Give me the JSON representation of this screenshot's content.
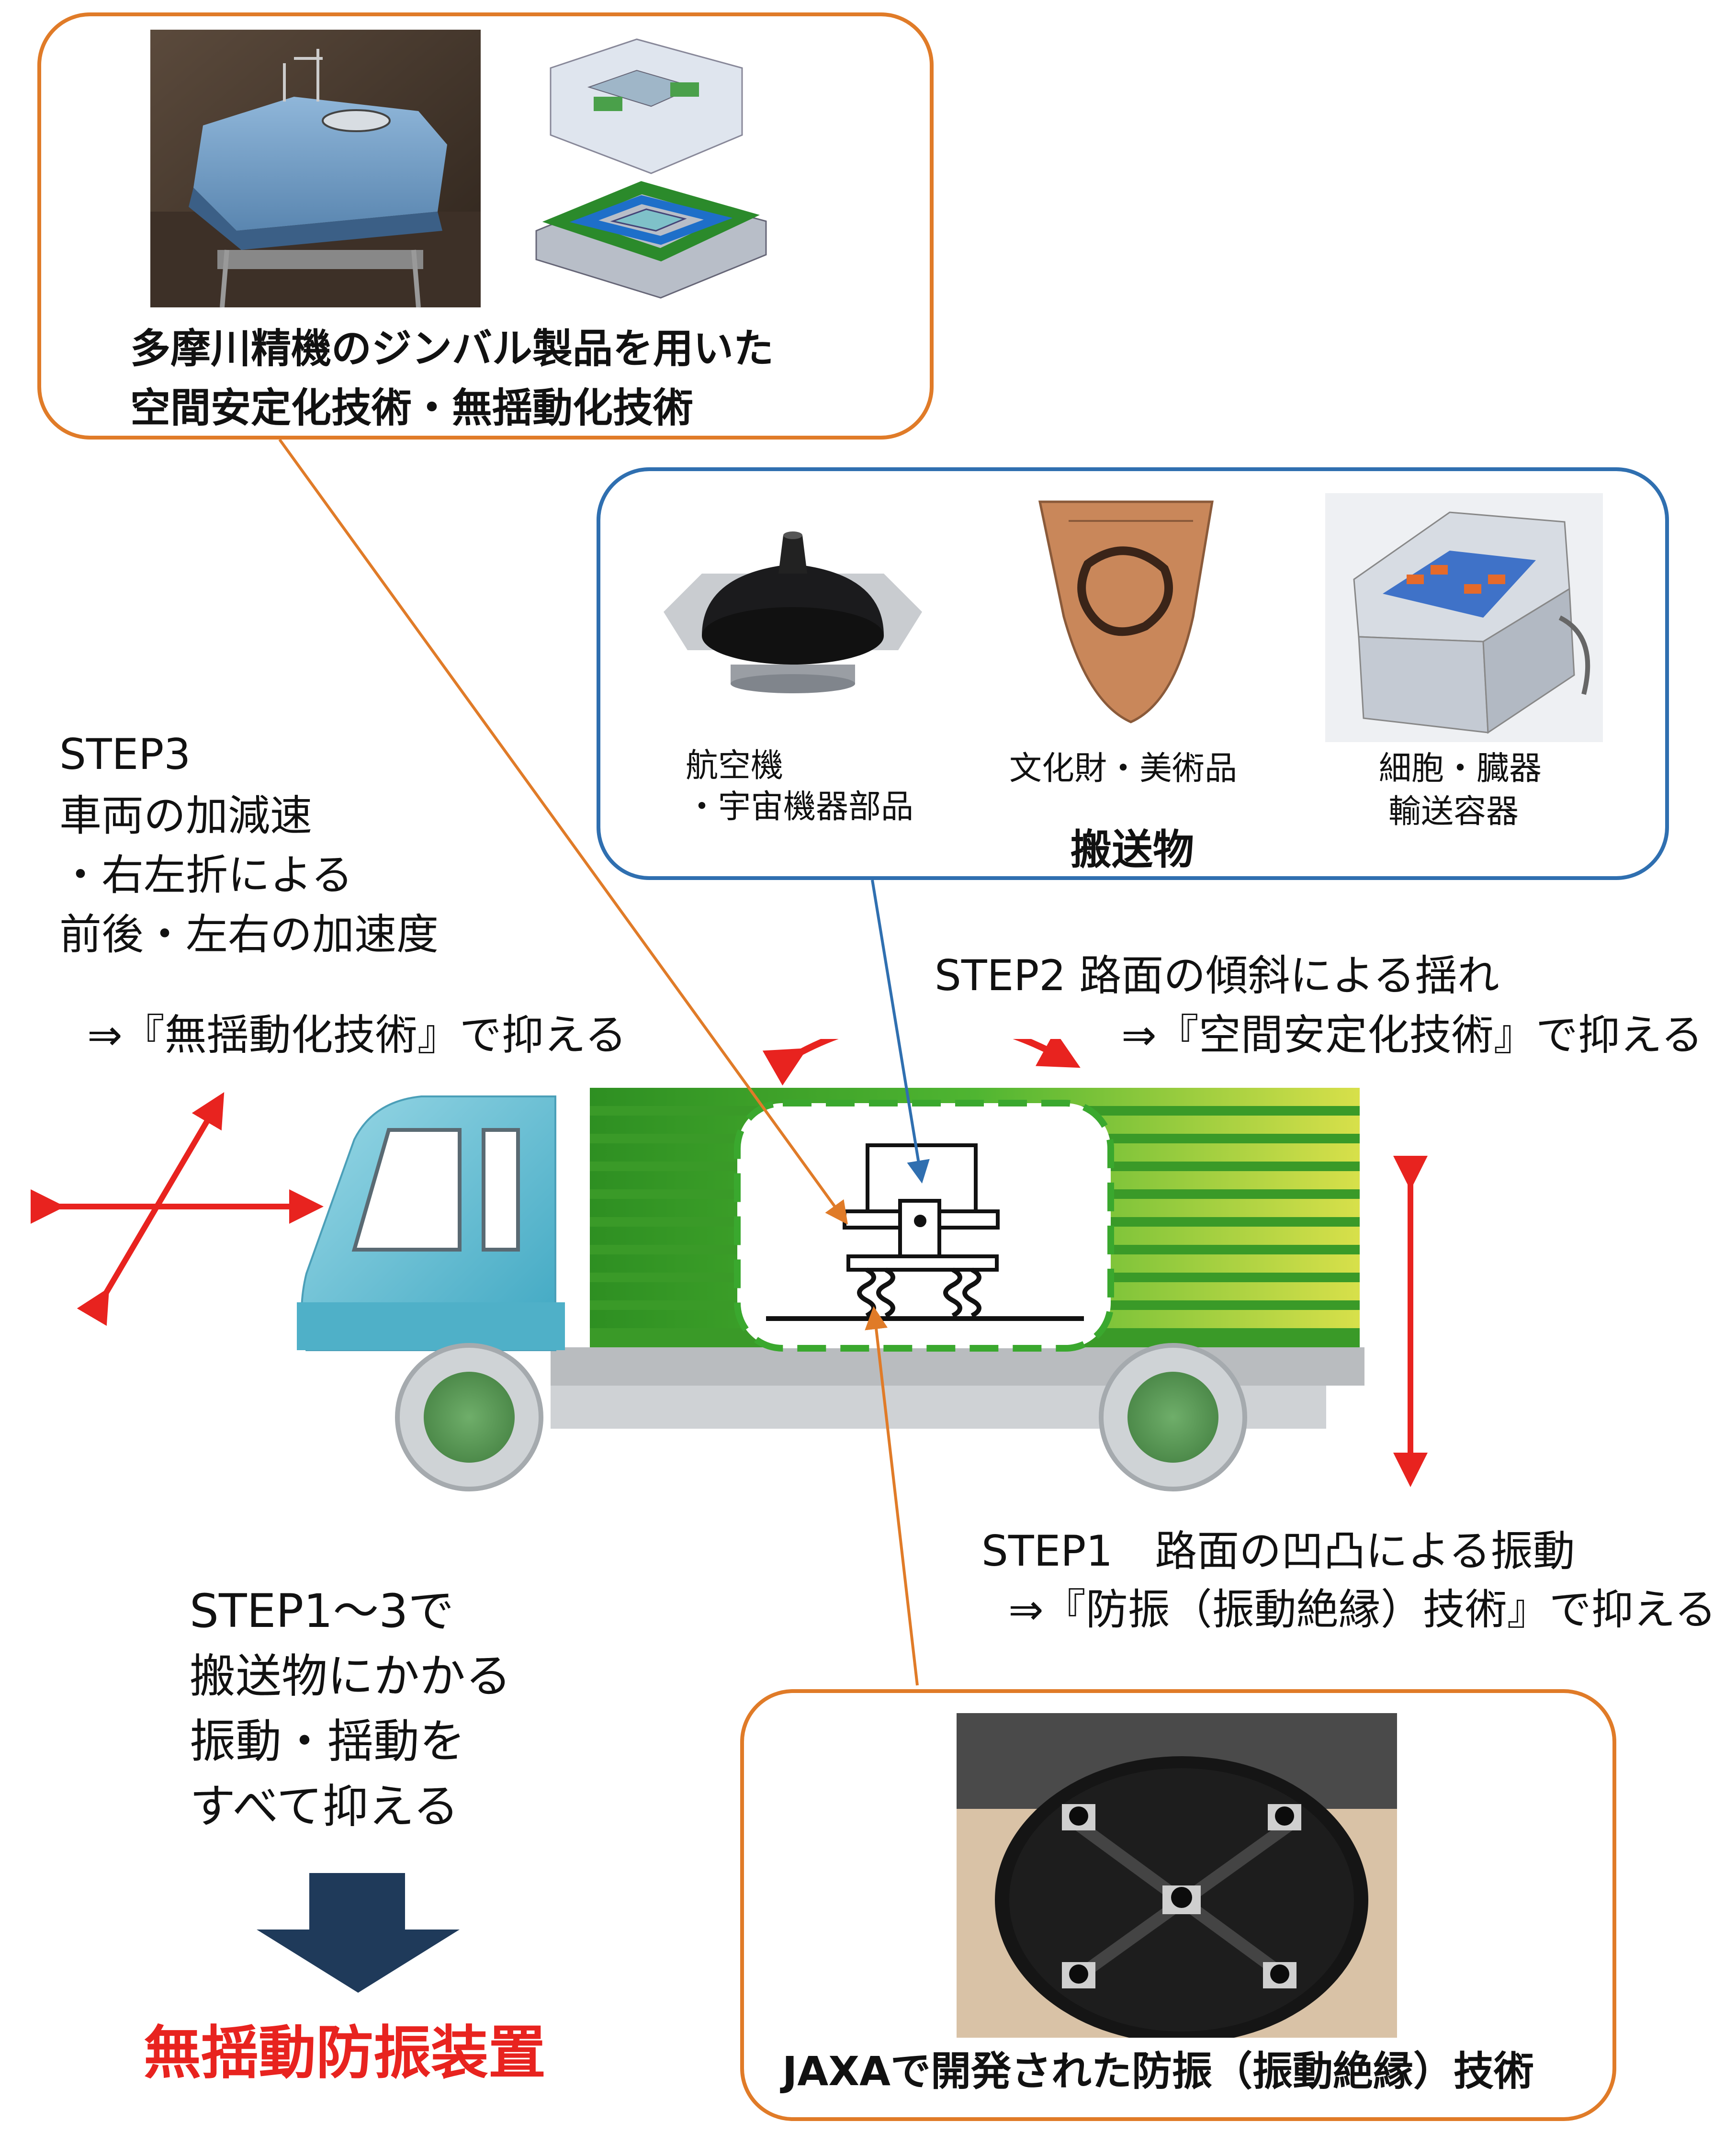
{
  "top_box": {
    "caption_line1": "多摩川精機のジンバル製品を用いた",
    "caption_line2": "空間安定化技術・無揺動化技術"
  },
  "cargo_box": {
    "items": [
      {
        "line1": "航空機",
        "line2": "・宇宙機器部品"
      },
      {
        "line1": "文化財・美術品",
        "line2": ""
      },
      {
        "line1": "細胞・臓器",
        "line2": "輸送容器"
      }
    ],
    "title": "搬送物"
  },
  "step3": {
    "line1": "STEP3",
    "line2": "車両の加減速",
    "line3": "・右左折による",
    "line4": "前後・左右の加速度",
    "solution": "⇒『無揺動化技術』で抑える"
  },
  "step2": {
    "line1": "STEP2  路面の傾斜による揺れ",
    "solution": "⇒『空間安定化技術』で抑える"
  },
  "step1": {
    "line1": "STEP1　路面の凹凸による振動",
    "solution": "⇒『防振（振動絶縁）技術』で抑える"
  },
  "summary": {
    "line1": "STEP1～3で",
    "line2": "搬送物にかかる",
    "line3": "振動・揺動を",
    "line4": "すべて抑える"
  },
  "result": {
    "label": "無揺動防振装置"
  },
  "bottom_box": {
    "caption": "JAXAで開発された防振（振動絶縁）技術"
  },
  "colors": {
    "orange": "#e07b28",
    "blue": "#2f6fb0",
    "red": "#e8231f",
    "cargo_green": "#3aa82e",
    "truck_cab": "#5bbcd0",
    "arrow_navy": "#1f3a5a"
  }
}
